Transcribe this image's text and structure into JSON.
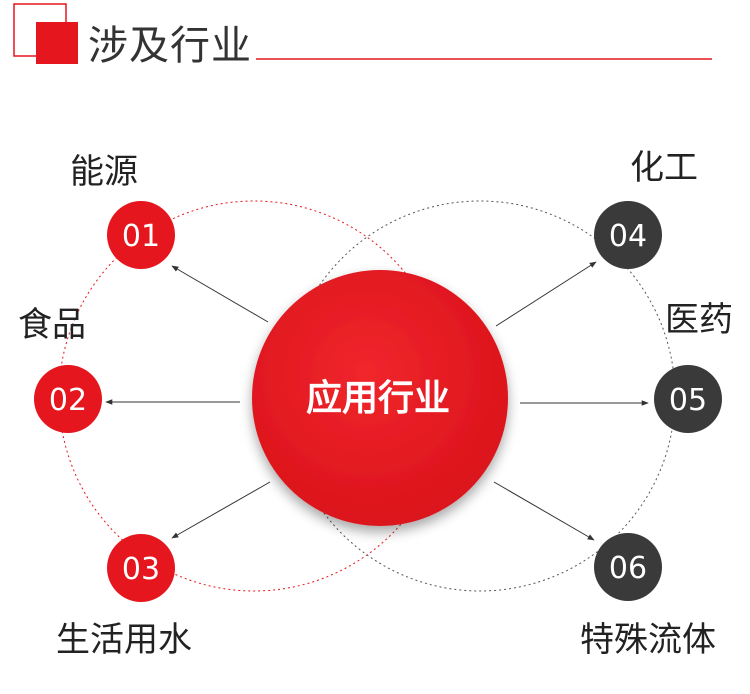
{
  "header": {
    "title": "涉及行业"
  },
  "center": {
    "label": "应用行业"
  },
  "nodes": [
    {
      "number": "01",
      "label": "能源"
    },
    {
      "number": "02",
      "label": "食品"
    },
    {
      "number": "03",
      "label": "生活用水"
    },
    {
      "number": "04",
      "label": "化工"
    },
    {
      "number": "05",
      "label": "医药"
    },
    {
      "number": "06",
      "label": "特殊流体"
    }
  ],
  "colors": {
    "accent_red": "#e5161d",
    "dark_gray": "#3a3a3a",
    "text": "#222222"
  }
}
